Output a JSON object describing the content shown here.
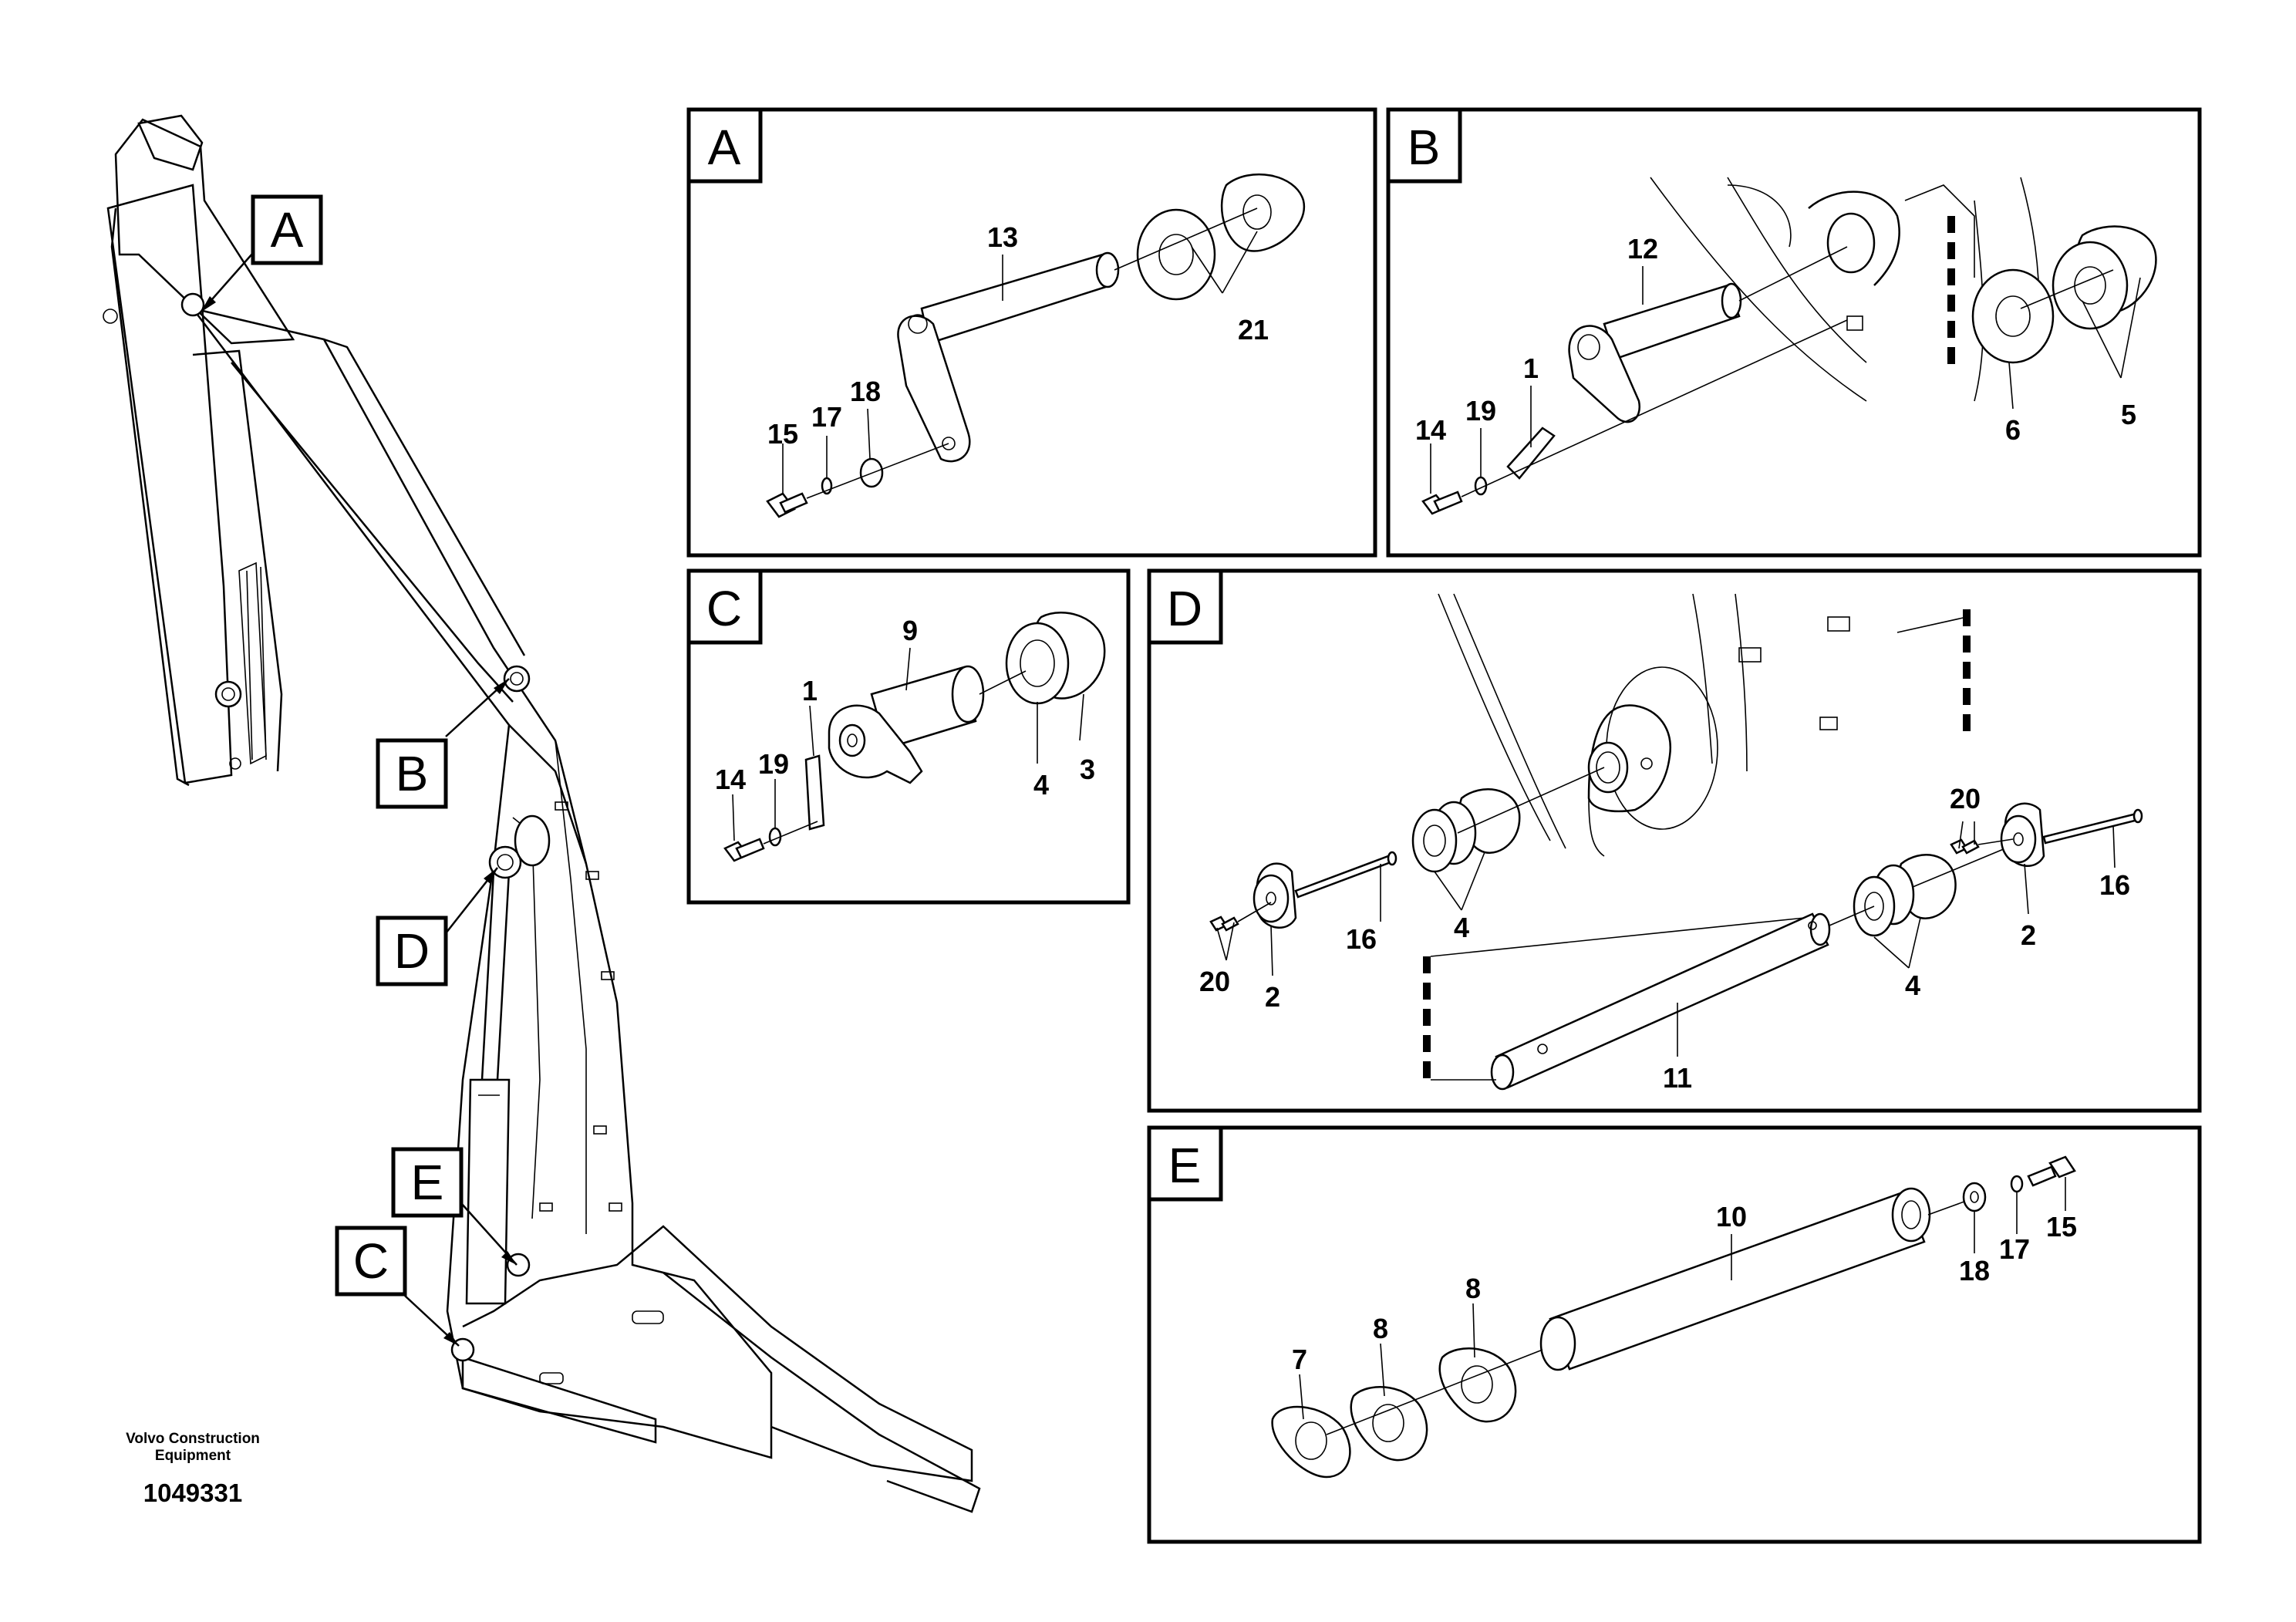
{
  "brand": {
    "line1": "Volvo Construction",
    "line2": "Equipment"
  },
  "drawing_number": "1049331",
  "callouts": {
    "A": "A",
    "B": "B",
    "C": "C",
    "D": "D",
    "E": "E"
  },
  "sections": {
    "A": {
      "letter": "A",
      "labels": {
        "p13": "13",
        "p21": "21",
        "p15": "15",
        "p17": "17",
        "p18": "18"
      }
    },
    "B": {
      "letter": "B",
      "labels": {
        "p12": "12",
        "p1": "1",
        "p14": "14",
        "p19": "19",
        "p6": "6",
        "p5": "5"
      }
    },
    "C": {
      "letter": "C",
      "labels": {
        "p9": "9",
        "p1": "1",
        "p14": "14",
        "p19": "19",
        "p4": "4",
        "p3": "3"
      }
    },
    "D": {
      "letter": "D",
      "labels": {
        "p4a": "4",
        "p16a": "16",
        "p20a": "20",
        "p2a": "2",
        "p11": "11",
        "p4b": "4",
        "p20b": "20",
        "p16b": "16",
        "p2b": "2"
      }
    },
    "E": {
      "letter": "E",
      "labels": {
        "p10": "10",
        "p7": "7",
        "p8a": "8",
        "p8b": "8",
        "p18": "18",
        "p17": "17",
        "p15": "15"
      }
    }
  }
}
